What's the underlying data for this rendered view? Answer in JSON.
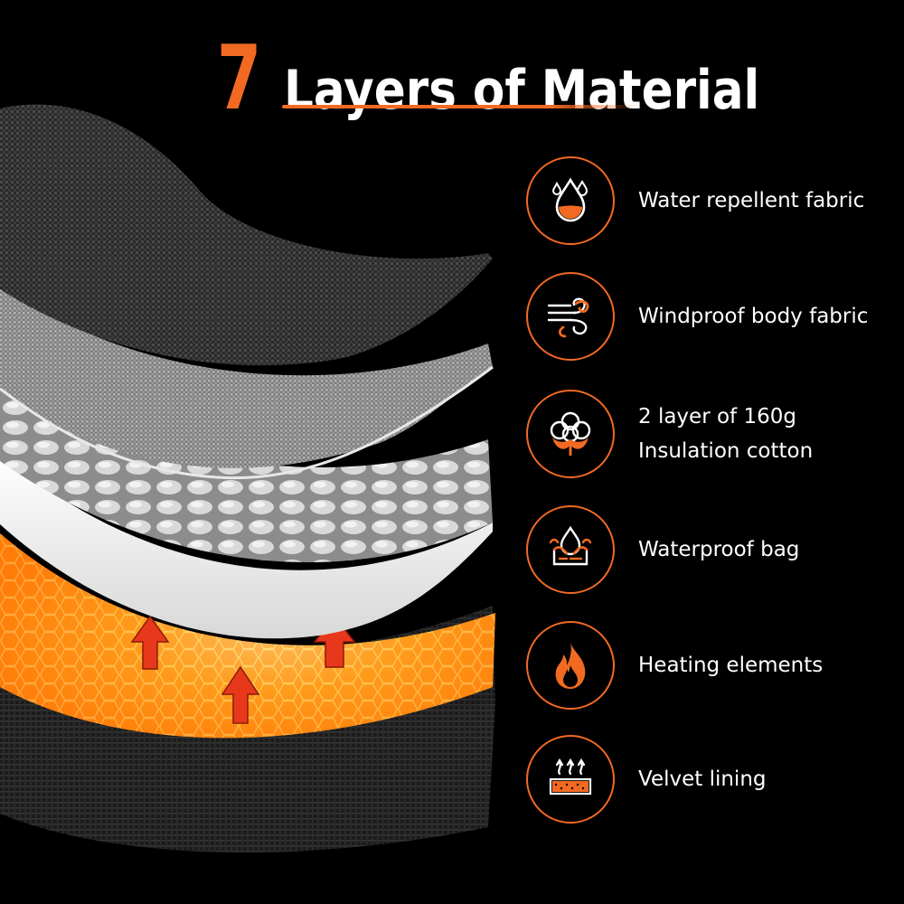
{
  "title": {
    "number": "7",
    "text": "Layers of Material"
  },
  "colors": {
    "accent": "#f26a22",
    "background": "#000000",
    "text": "#ffffff"
  },
  "features": [
    {
      "icon": "water-drop-icon",
      "label": "Water repellent fabric"
    },
    {
      "icon": "wind-icon",
      "label": "Windproof body fabric"
    },
    {
      "icon": "cotton-icon",
      "label": "2 layer of 160g\nInsulation cotton"
    },
    {
      "icon": "waterproof-icon",
      "label": "Waterproof bag"
    },
    {
      "icon": "flame-icon",
      "label": "Heating elements"
    },
    {
      "icon": "velvet-lining-icon",
      "label": "Velvet lining"
    }
  ]
}
